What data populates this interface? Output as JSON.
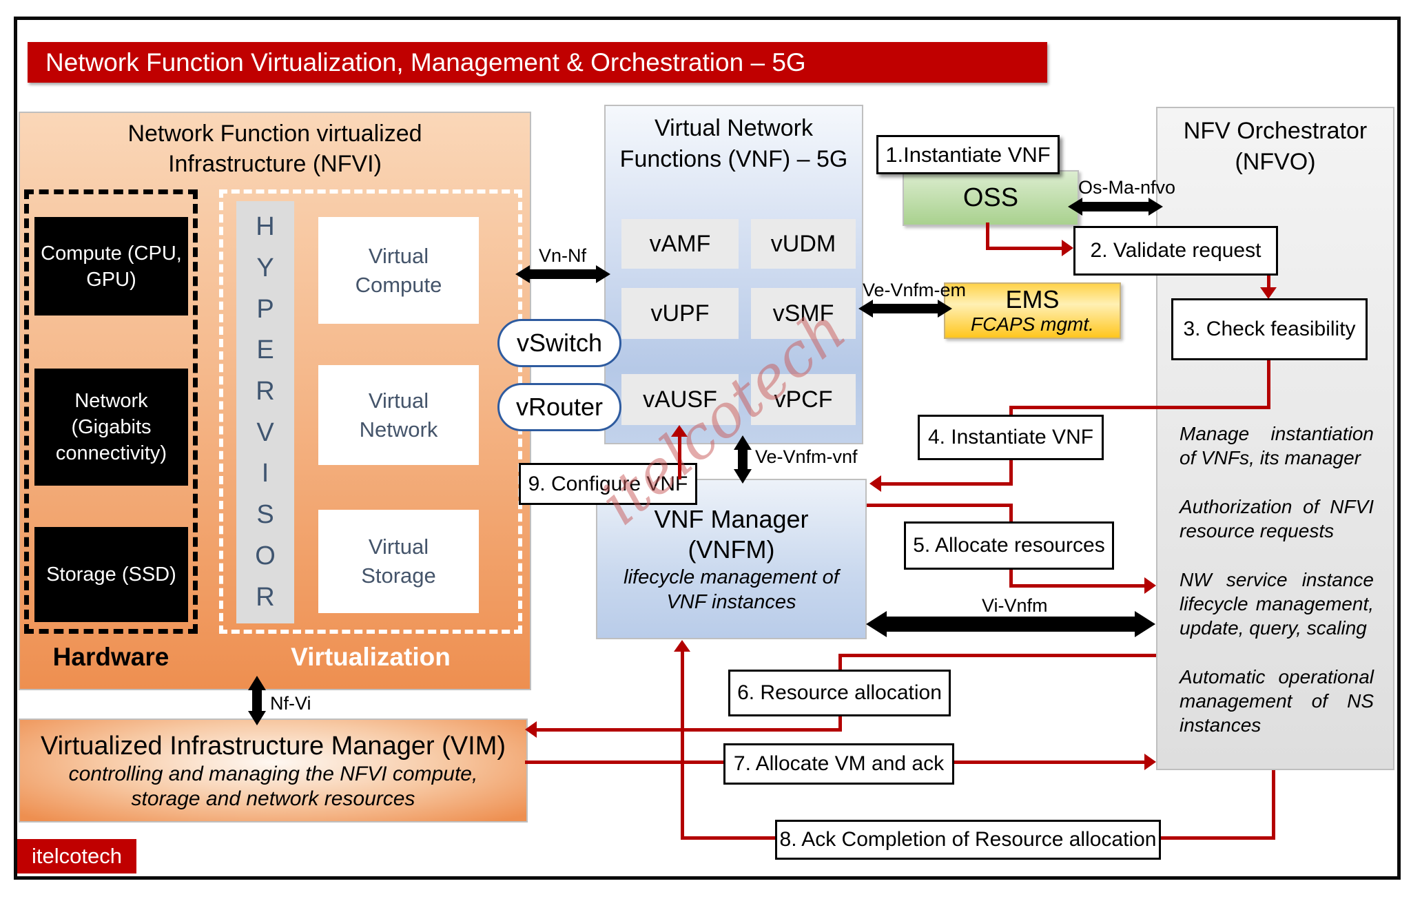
{
  "title": "Network Function Virtualization, Management & Orchestration – 5G",
  "watermark": "itelcotech",
  "badge": "itelcotech",
  "colors": {
    "title_red": "#C00000",
    "flow_red": "#B30000",
    "arrow_black": "#000000",
    "nfvi_orange": "#ED8B4C",
    "vnf_blue": "#B6C9E7",
    "oss_green": "#A9D18E",
    "ems_gold": "#FFC61E",
    "nfvo_gray": "#E0E0E0"
  },
  "nfvi": {
    "title": "Network Function virtualized Infrastructure (NFVI)",
    "hardware": {
      "label": "Hardware",
      "compute": "Compute (CPU, GPU)",
      "network": "Network (Gigabits connectivity)",
      "storage": "Storage (SSD)"
    },
    "virtualization": {
      "label": "Virtualization",
      "hypervisor": "HYPERVISOR",
      "virtual_compute": "Virtual Compute",
      "virtual_network": "Virtual Network",
      "virtual_storage": "Virtual Storage"
    },
    "vswitch": "vSwitch",
    "vrouter": "vRouter"
  },
  "vnf": {
    "title_line1": "Virtual Network",
    "title_line2": "Functions (VNF) – 5G",
    "chips": [
      "vAMF",
      "vUDM",
      "vUPF",
      "vSMF",
      "vAUSF",
      "vPCF"
    ]
  },
  "oss": {
    "label": "OSS"
  },
  "ems": {
    "title": "EMS",
    "subtitle": "FCAPS mgmt."
  },
  "nfvo": {
    "title_line1": "NFV Orchestrator",
    "title_line2": "(NFVO)",
    "notes": [
      "Manage instantiation of VNFs, its manager",
      "Authorization of NFVI resource requests",
      "NW service instance lifecycle management, update, query, scaling",
      "Automatic operational management of NS instances"
    ]
  },
  "vnfm": {
    "title_line1": "VNF Manager",
    "title_line2": "(VNFM)",
    "subtitle": "lifecycle management of VNF instances"
  },
  "vim": {
    "title": "Virtualized Infrastructure Manager (VIM)",
    "subtitle": "controlling and managing the NFVI compute, storage and network resources"
  },
  "interfaces": {
    "vn_nf": "Vn-Nf",
    "os_ma_nfvo": "Os-Ma-nfvo",
    "ve_vnfm_em": "Ve-Vnfm-em",
    "ve_vnfm_vnf": "Ve-Vnfm-vnf",
    "vi_vnfm": "Vi-Vnfm",
    "nf_vi": "Nf-Vi"
  },
  "steps": {
    "s1": "1.Instantiate VNF",
    "s2": "2. Validate request",
    "s3": "3. Check feasibility",
    "s4": "4. Instantiate VNF",
    "s5": "5. Allocate resources",
    "s6": "6. Resource allocation",
    "s7": "7. Allocate VM and ack",
    "s8": "8. Ack Completion of Resource allocation",
    "s9": "9. Configure VNF"
  }
}
